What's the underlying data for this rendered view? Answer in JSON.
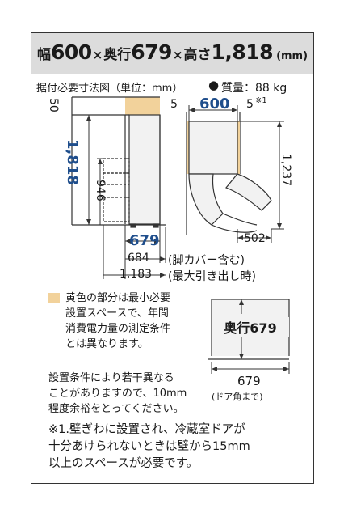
{
  "header": {
    "width_label": "幅",
    "width_value": "600",
    "sep1": "×",
    "depth_label": "奥行",
    "depth_value": "679",
    "sep2": "×",
    "height_label": "高さ",
    "height_value": "1,818",
    "unit": "(mm)"
  },
  "subtitle": {
    "text": "据付必要寸法図（単位：mm）",
    "weight_bullet": "●",
    "weight_text": "質量：88 kg"
  },
  "side_view": {
    "top_clearance": "50",
    "total_height": "1,818",
    "height_946": "946",
    "depth_679": "679",
    "depth_684": "684",
    "depth_684_note": "(脚カバー含む)",
    "depth_1183": "1,183",
    "depth_1183_note": "(最大引き出し時)"
  },
  "top_view": {
    "left_gap": "5",
    "width": "600",
    "right_gap": "5",
    "right_gap_note": "※1",
    "door_depth": "1,237",
    "door_502": "502"
  },
  "legend": {
    "color": "#f2d29b",
    "lines": [
      "黄色の部分は最小必要",
      "設置スペースで、年間",
      "消費電力量の測定条件",
      "とは異なります。"
    ]
  },
  "small_view": {
    "depth_label": "奥行679",
    "bottom_value": "679",
    "bottom_note": "(ドア角まで)"
  },
  "install_note": {
    "lines": [
      "設置条件により若干異なる",
      "ことがありますので、10mm",
      "程度余裕をとってください。"
    ]
  },
  "footnote": {
    "lines": [
      "※1.壁ぎわに設置され、冷蔵室ドアが",
      "十分あけられないときは壁から15mm",
      "以上のスペースが必要です。"
    ]
  },
  "colors": {
    "accent_blue": "#1f4e8c",
    "header_bg": "#dcdcdc",
    "fridge_fill": "#f2f2f2"
  }
}
